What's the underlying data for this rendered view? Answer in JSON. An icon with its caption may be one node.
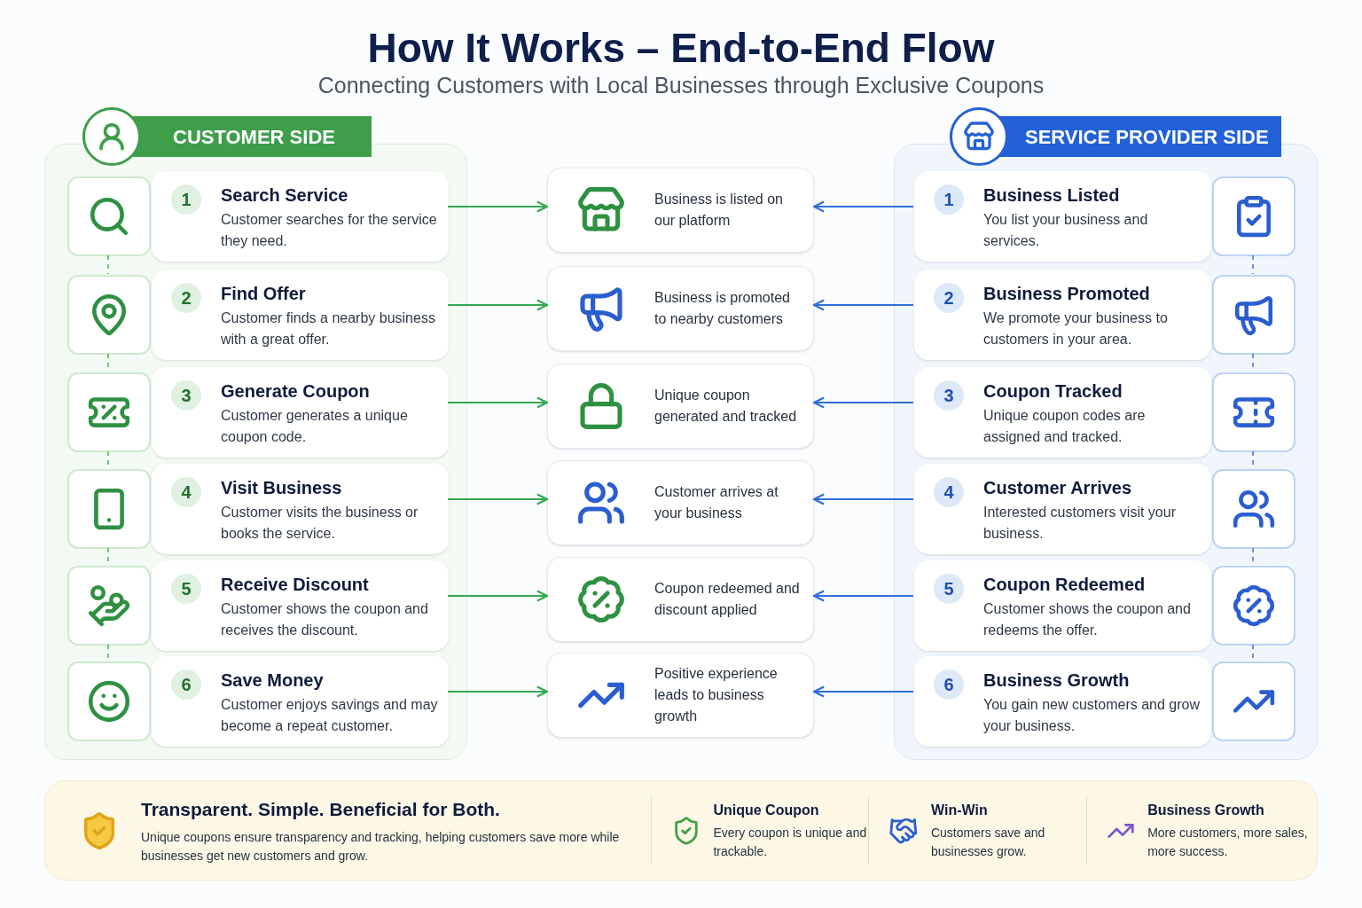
{
  "diagram": {
    "title": "How It Works – End-to-End Flow",
    "nodes": [
      {
        "text": [
          "CUSTOMER SIDE"
        ]
      },
      {
        "text": [
          "SERVICE PROVIDER SIDE"
        ]
      },
      {
        "text": [],
        "shape": "box",
        "in": 0
      },
      {
        "text": [
          "1",
          "Search Service",
          "Customer searches for the service they need."
        ],
        "in": 0
      },
      {
        "text": [
          "Business is listed on our platform"
        ]
      },
      {
        "text": [
          "1",
          "Business Listed",
          "You list your business and services."
        ],
        "in": 1
      },
      {
        "text": [],
        "shape": "box",
        "in": 1
      },
      {
        "text": [],
        "shape": "box",
        "in": 0
      },
      {
        "text": [
          "2",
          "Find Offer",
          "Customer finds a nearby business with a great offer."
        ],
        "in": 0
      },
      {
        "text": [
          "Business is promoted to nearby customers"
        ]
      },
      {
        "text": [
          "2",
          "Business Promoted",
          "We promote your business to customers in your area."
        ],
        "in": 1
      },
      {
        "text": [],
        "shape": "box",
        "in": 1
      },
      {
        "text": [],
        "shape": "box",
        "in": 0
      },
      {
        "text": [
          "3",
          "Generate Coupon",
          "Customer generates a unique coupon code."
        ],
        "in": 0
      },
      {
        "text": [
          "Unique coupon generated and tracked"
        ]
      },
      {
        "text": [
          "3",
          "Coupon Tracked",
          "Unique coupon codes are assigned and tracked."
        ],
        "in": 1
      },
      {
        "text": [],
        "shape": "box",
        "in": 1
      },
      {
        "text": [],
        "shape": "box",
        "in": 0
      },
      {
        "text": [
          "4",
          "Visit Business",
          "Customer visits the business or books the service."
        ],
        "in": 0
      },
      {
        "text": [
          "Customer arrives at your business"
        ]
      },
      {
        "text": [
          "4",
          "Customer Arrives",
          "Interested customers visit your business."
        ],
        "in": 1
      },
      {
        "text": [],
        "shape": "box",
        "in": 1
      },
      {
        "text": [],
        "shape": "box",
        "in": 0
      },
      {
        "text": [
          "5",
          "Receive Discount",
          "Customer shows the coupon and receives the discount."
        ],
        "in": 0
      },
      {
        "text": [
          "Coupon redeemed and discount applied"
        ]
      },
      {
        "text": [
          "5",
          "Coupon Redeemed",
          "Customer shows the coupon and redeems the offer."
        ],
        "in": 1
      },
      {
        "text": [],
        "shape": "box",
        "in": 1
      },
      {
        "text": [],
        "shape": "box",
        "in": 0
      },
      {
        "text": [
          "6",
          "Save Money",
          "Customer enjoys savings and may become a repeat customer."
        ],
        "in": 0
      },
      {
        "text": [
          "Positive experience leads to business growth"
        ]
      },
      {
        "text": [
          "6",
          "Business Growth",
          "You gain new customers and grow your business."
        ],
        "in": 1
      },
      {
        "text": [],
        "shape": "box",
        "in": 1
      }
    ],
    "edges": [
      {
        "from": 3,
        "to": 4,
        "arrow": "to",
        "color": "#34a853"
      },
      {
        "from": 5,
        "to": 4,
        "arrow": "to",
        "color": "#2f6fdc"
      },
      {
        "from": 8,
        "to": 9,
        "arrow": "to",
        "color": "#34a853"
      },
      {
        "from": 10,
        "to": 9,
        "arrow": "to",
        "color": "#2f6fdc"
      },
      {
        "from": 13,
        "to": 14,
        "arrow": "to",
        "color": "#34a853"
      },
      {
        "from": 15,
        "to": 14,
        "arrow": "to",
        "color": "#2f6fdc"
      },
      {
        "from": 18,
        "to": 19,
        "arrow": "to",
        "color": "#34a853"
      },
      {
        "from": 20,
        "to": 19,
        "arrow": "to",
        "color": "#2f6fdc"
      },
      {
        "from": 23,
        "to": 24,
        "arrow": "to",
        "color": "#34a853"
      },
      {
        "from": 25,
        "to": 24,
        "arrow": "to",
        "color": "#2f6fdc"
      },
      {
        "from": 28,
        "to": 29,
        "arrow": "to",
        "color": "#34a853"
      },
      {
        "from": 30,
        "to": 29,
        "arrow": "to",
        "color": "#2f6fdc"
      },
      {
        "from": 2,
        "to": 7,
        "arrow": "none",
        "style": "dashed",
        "color": "#4caf50"
      },
      {
        "from": 7,
        "to": 12,
        "arrow": "none",
        "style": "dashed",
        "color": "#4caf50"
      },
      {
        "from": 12,
        "to": 17,
        "arrow": "none",
        "style": "dashed",
        "color": "#4caf50"
      },
      {
        "from": 17,
        "to": 22,
        "arrow": "none",
        "style": "dashed",
        "color": "#4caf50"
      },
      {
        "from": 22,
        "to": 27,
        "arrow": "none",
        "style": "dashed",
        "color": "#4caf50"
      },
      {
        "from": 6,
        "to": 11,
        "arrow": "none",
        "style": "dashed",
        "color": "#3b73d9"
      },
      {
        "from": 11,
        "to": 16,
        "arrow": "none",
        "style": "dashed",
        "color": "#3b73d9"
      },
      {
        "from": 16,
        "to": 21,
        "arrow": "none",
        "style": "dashed",
        "color": "#3b73d9"
      },
      {
        "from": 21,
        "to": 26,
        "arrow": "none",
        "style": "dashed",
        "color": "#3b73d9"
      },
      {
        "from": 26,
        "to": 31,
        "arrow": "none",
        "style": "dashed",
        "color": "#3b73d9"
      }
    ],
    "labels": [
      "Connecting Customers with Local Businesses through Exclusive Coupons",
      "Transparent. Simple. Beneficial for Both.",
      "Unique coupons ensure transparency and tracking, helping customers save more while businesses get new customers and grow.",
      "Unique Coupon",
      "Every coupon is unique and trackable.",
      "Win-Win",
      "Customers save and businesses grow.",
      "Business Growth",
      "More customers, more sales, more success."
    ]
  }
}
